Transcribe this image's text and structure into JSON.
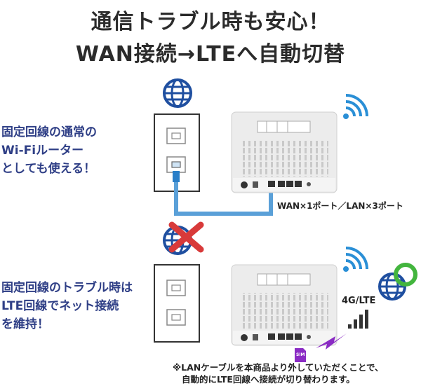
{
  "header": {
    "line1": "通信トラブル時も安心！",
    "line2": "WAN接続→LTEへ自動切替"
  },
  "top_section": {
    "label_lines": [
      "固定回線の通常の",
      "Wi-Fiルーター",
      "としても使える！"
    ],
    "port_info": "WAN×1ポート／LAN×3ポート"
  },
  "bottom_section": {
    "label_lines": [
      "固定回線のトラブル時は",
      "LTE回線でネット接続",
      "を維持！"
    ],
    "network_label": "4G/LTE",
    "sim_label": "SIM"
  },
  "footnote": {
    "line1": "※LANケーブルを本商品より外していただくことで、",
    "line2": "自動的にLTE回線へ接続が切り替わります。"
  },
  "colors": {
    "globe": "#1f4fa0",
    "wifi": "#2a8fd6",
    "cable": "#5aa0d8",
    "cross": "#d83a3a",
    "ring": "#43b53e",
    "bolt": "#8a2bc4",
    "sim": "#8a2bc4",
    "label": "#2f3f86"
  }
}
